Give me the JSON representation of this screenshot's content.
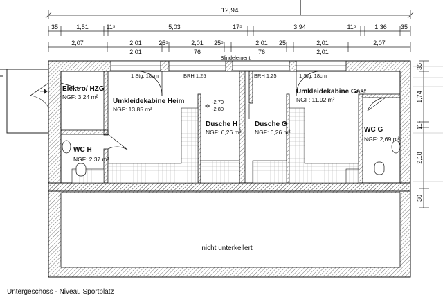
{
  "plan": {
    "caption": "Untergeschoss - Niveau Sportplatz",
    "dims_top": {
      "total": "12,94",
      "row2": [
        "35",
        "1,51",
        "11⁵",
        "5,03",
        "17⁵",
        "3,94",
        "11⁵",
        "1,36",
        "35"
      ],
      "row3_upper": [
        "2,07",
        "2,01",
        "25⁵",
        "2,01",
        "25⁵",
        "2,01",
        "25",
        "2,01",
        "2,07"
      ],
      "row3_lower": [
        "2,01",
        "76",
        "76",
        "2,01"
      ]
    },
    "dims_right": [
      "35",
      "1,74",
      "11⁵",
      "2,18",
      "30"
    ],
    "rooms": [
      {
        "name": "Elektro/ HZG",
        "area": "NGF: 3,24 m²"
      },
      {
        "name": "Umkleidekabine Heim",
        "area": "NGF: 13,85 m²"
      },
      {
        "name": "Dusche H",
        "area": "NGF: 6,26 m²"
      },
      {
        "name": "Dusche G",
        "area": "NGF: 6,26 m²"
      },
      {
        "name": "Umkleidekabine Gast",
        "area": "NGF: 11,92 m²"
      },
      {
        "name": "WC G",
        "area": "NGF: 2,69 m²"
      },
      {
        "name": "WC H",
        "area": "NGF: 2,37 m²"
      }
    ],
    "notes": {
      "stair_left": "1 Stg. 18cm",
      "stair_right": "1 Stg. 18cm",
      "brh_left": "BRH 1,25",
      "brh_right": "BRH 1,25",
      "blind": "Blindelement",
      "level_top": "-2,70",
      "level_bottom": "-2,80",
      "unexcavated": "nicht unterkellert"
    }
  }
}
